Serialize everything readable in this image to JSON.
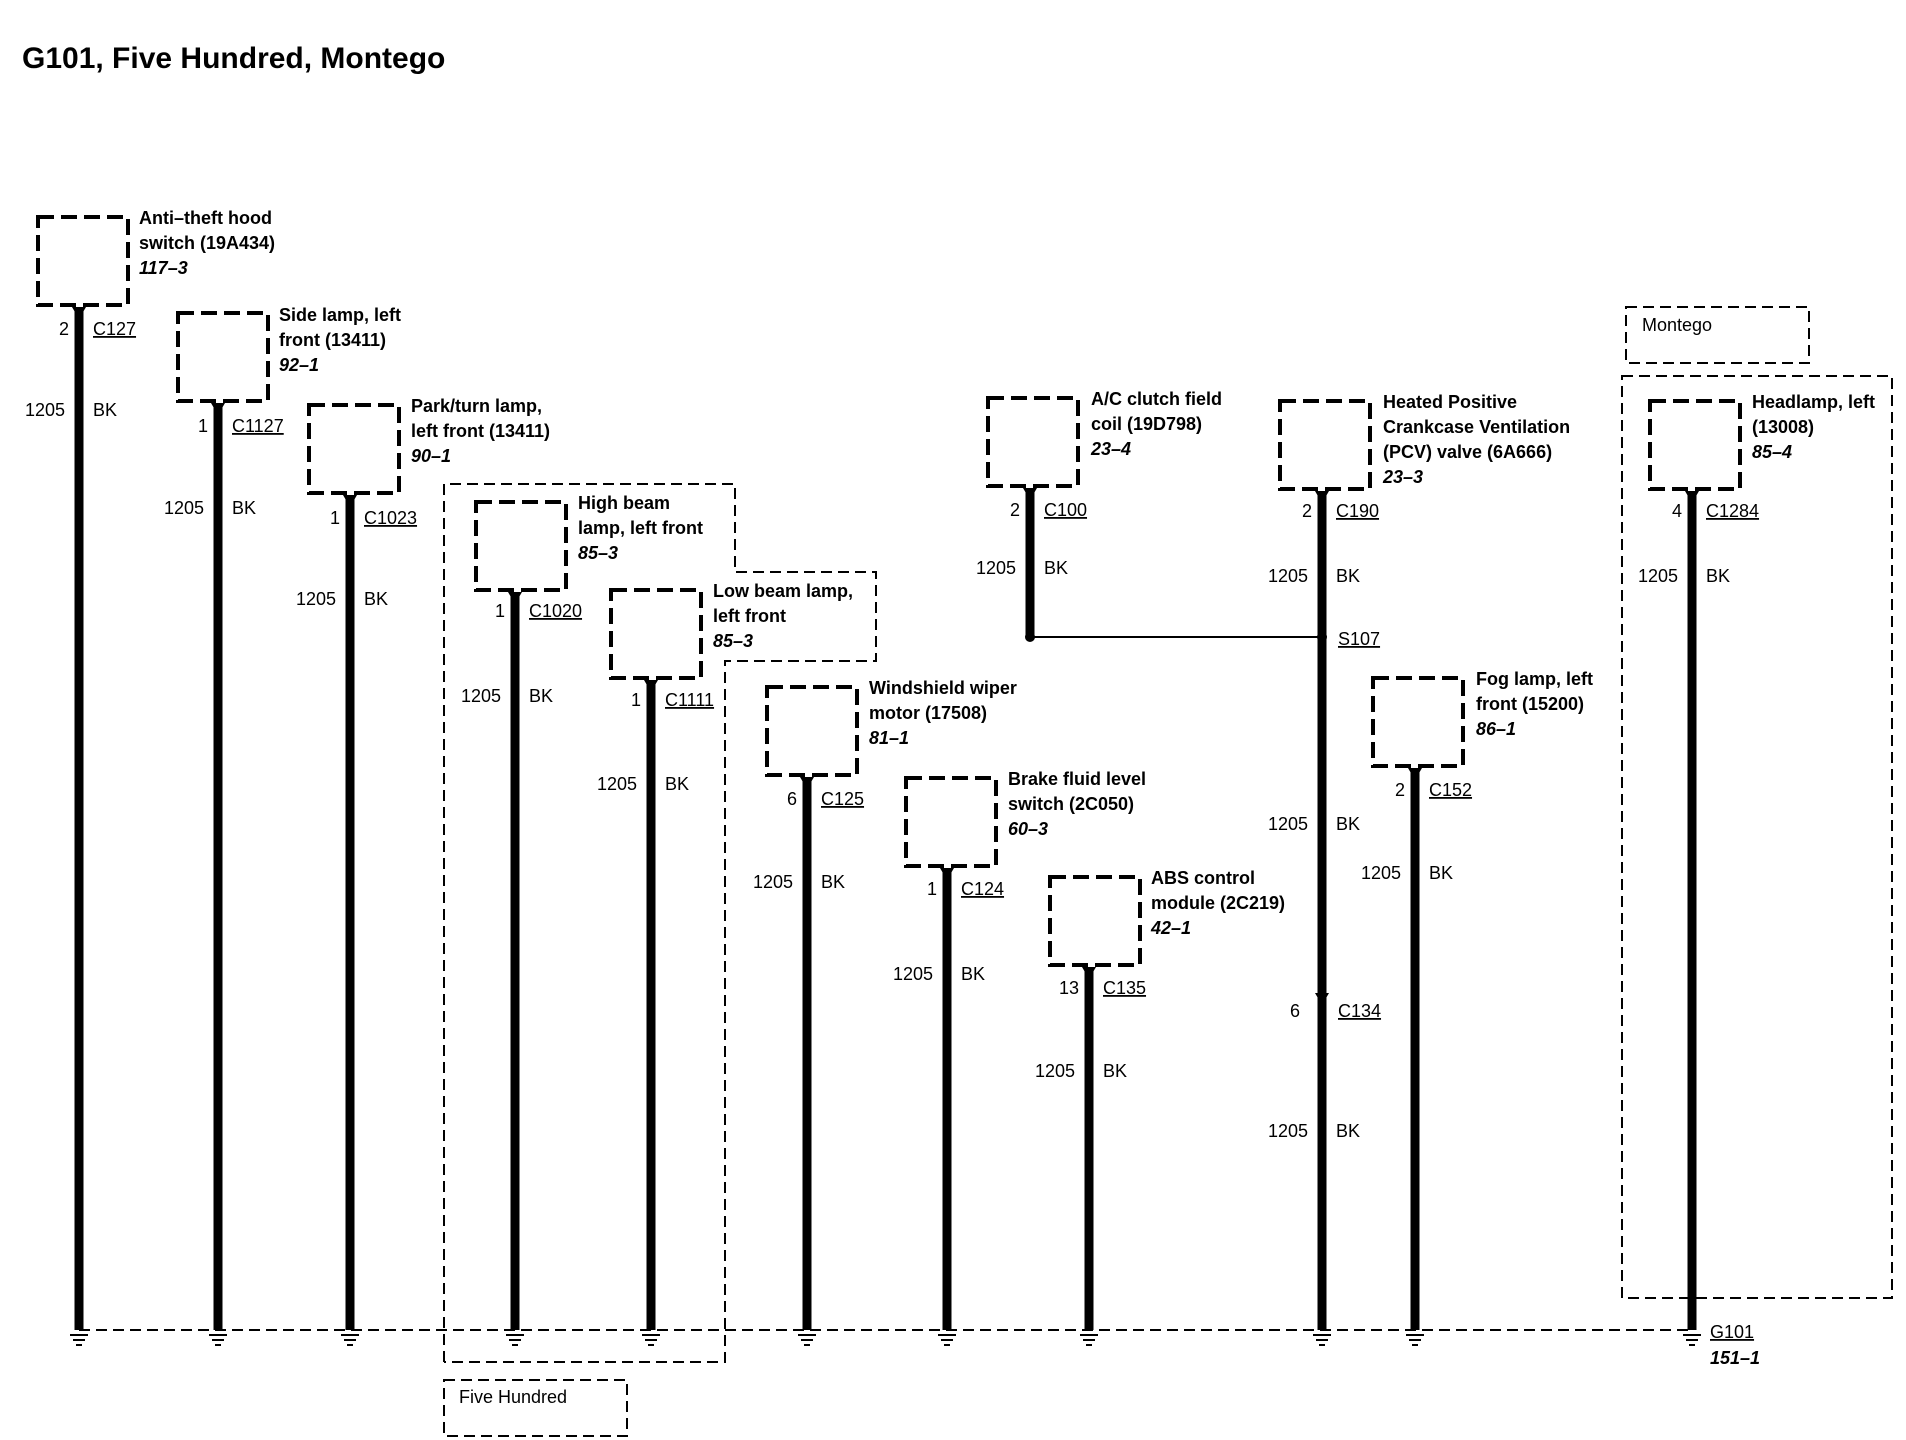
{
  "title": "G101, Five Hundred, Montego",
  "regions": {
    "five_hundred": "Five Hundred",
    "montego": "Montego"
  },
  "wire": {
    "circuit": "1205",
    "color": "BK"
  },
  "ground": {
    "label": "G101",
    "page": "151–1"
  },
  "splice": {
    "label": "S107"
  },
  "components": [
    {
      "id": "antitheft",
      "name_lines": [
        "Anti–theft hood",
        "switch (19A434)"
      ],
      "page": "117–3",
      "pin": "2",
      "connector": "C127"
    },
    {
      "id": "sidelamp",
      "name_lines": [
        "Side lamp, left",
        "front (13411)"
      ],
      "page": "92–1",
      "pin": "1",
      "connector": "C1127"
    },
    {
      "id": "parkturn",
      "name_lines": [
        "Park/turn lamp,",
        "left front (13411)"
      ],
      "page": "90–1",
      "pin": "1",
      "connector": "C1023"
    },
    {
      "id": "highbeam",
      "name_lines": [
        "High beam",
        "lamp, left front"
      ],
      "page": "85–3",
      "pin": "1",
      "connector": "C1020"
    },
    {
      "id": "lowbeam",
      "name_lines": [
        "Low beam lamp,",
        "left front"
      ],
      "page": "85–3",
      "pin": "1",
      "connector": "C1111"
    },
    {
      "id": "wiper",
      "name_lines": [
        "Windshield wiper",
        "motor (17508)"
      ],
      "page": "81–1",
      "pin": "6",
      "connector": "C125"
    },
    {
      "id": "brake",
      "name_lines": [
        "Brake fluid level",
        "switch (2C050)"
      ],
      "page": "60–3",
      "pin": "1",
      "connector": "C124"
    },
    {
      "id": "abs",
      "name_lines": [
        "ABS control",
        "module (2C219)"
      ],
      "page": "42–1",
      "pin": "13",
      "connector": "C135"
    },
    {
      "id": "acclutch",
      "name_lines": [
        "A/C clutch field",
        "coil (19D798)"
      ],
      "page": "23–4",
      "pin": "2",
      "connector": "C100"
    },
    {
      "id": "pcv",
      "name_lines": [
        "Heated Positive",
        "Crankcase Ventilation",
        "(PCV) valve (6A666)"
      ],
      "page": "23–3",
      "pin": "2",
      "connector": "C190"
    },
    {
      "id": "foglamp",
      "name_lines": [
        "Fog lamp, left",
        "front (15200)"
      ],
      "page": "86–1",
      "pin": "2",
      "connector": "C152"
    },
    {
      "id": "headlamp",
      "name_lines": [
        "Headlamp, left",
        "(13008)"
      ],
      "page": "85–4",
      "pin": "4",
      "connector": "C1284"
    }
  ],
  "inline_connector": {
    "pin": "6",
    "connector": "C134"
  }
}
